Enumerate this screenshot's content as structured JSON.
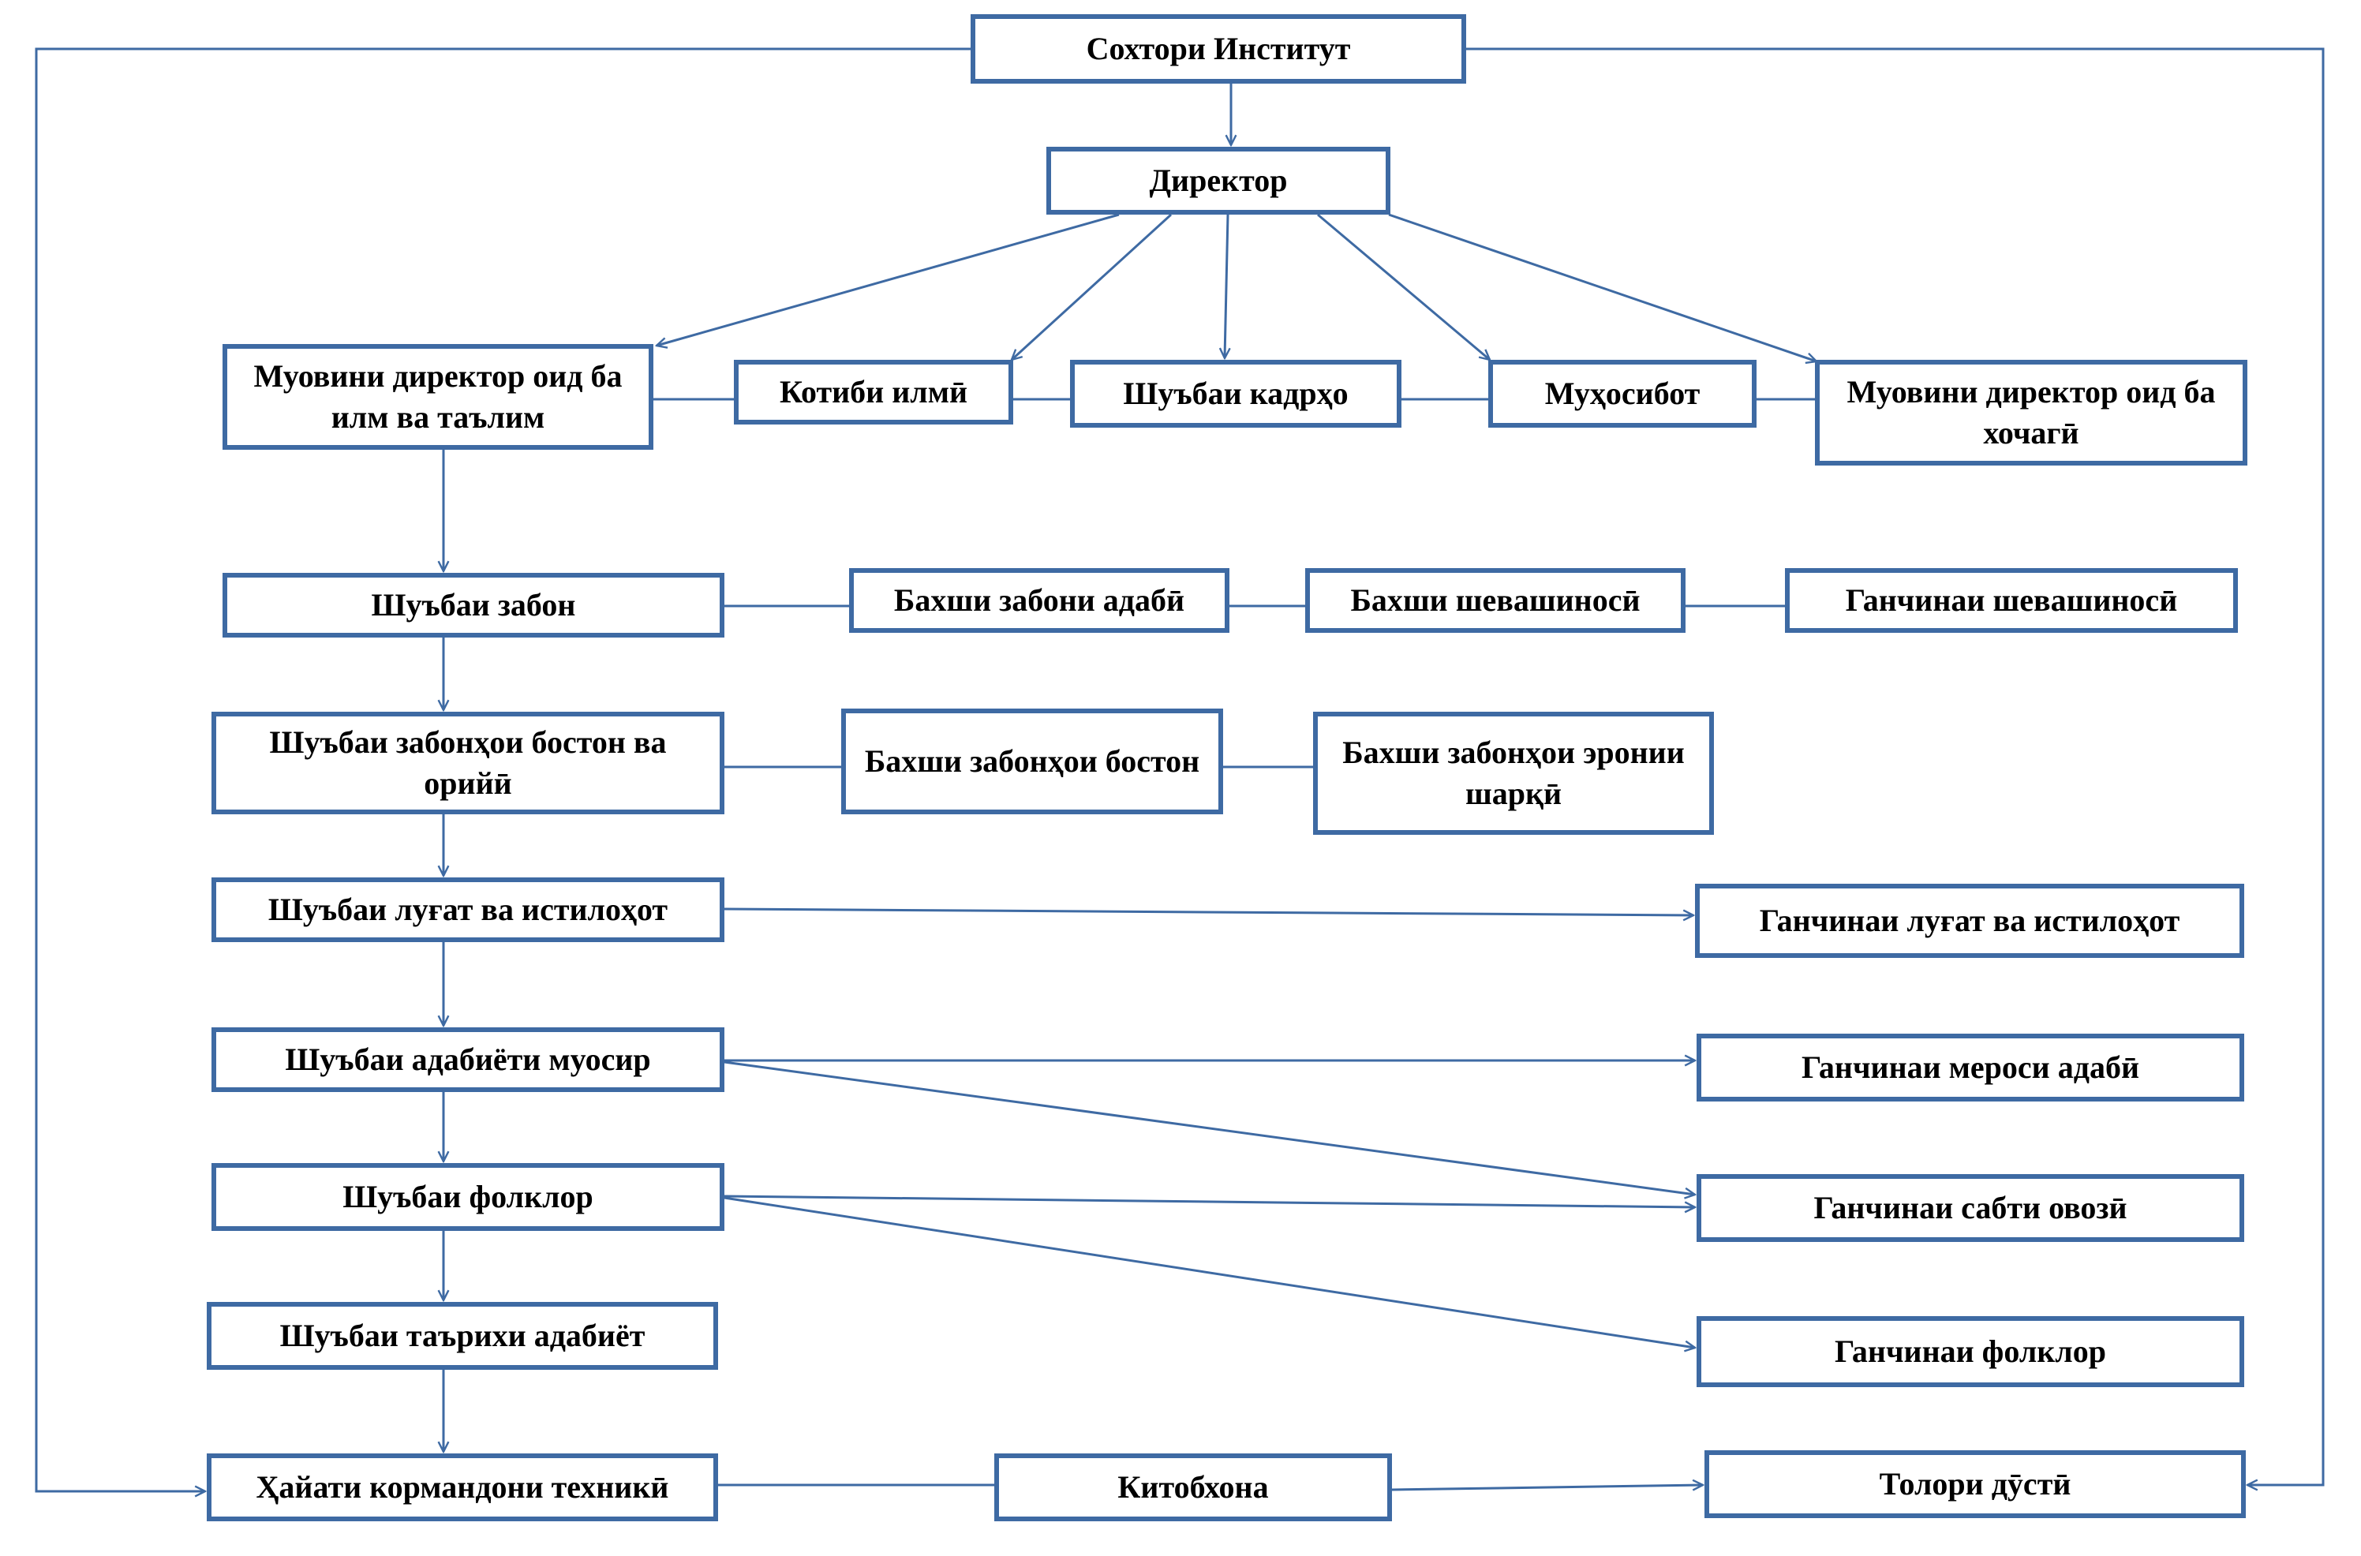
{
  "colors": {
    "line": "#3e6aa3",
    "box_border": "#3e6aa3",
    "text": "#000000",
    "background": "#ffffff"
  },
  "nodes": {
    "council": {
      "label": "Сохтори Институт"
    },
    "director": {
      "label": "Директор"
    },
    "deputy_science": {
      "label": "Муовини  директор оид ба илм ва таълим"
    },
    "scientific_secretary": {
      "label": "Котиби илмӣ"
    },
    "hr_department": {
      "label": "Шуъбаи кадрҳо"
    },
    "accounting": {
      "label": "Муҳосибот"
    },
    "deputy_economy": {
      "label": "Муовини директор оид ба хочагӣ"
    },
    "dept_language": {
      "label": "Шуъбаи забон"
    },
    "section_literary_language": {
      "label": "Бахши забони адабӣ"
    },
    "section_dialectology": {
      "label": "Бахши шевашиносӣ"
    },
    "archive_dialectology": {
      "label": "Ганчинаи шевашиносӣ"
    },
    "dept_ancient_languages": {
      "label": "Шуъбаи забонҳои бостон ва орийӣ"
    },
    "section_ancient_languages": {
      "label": "Бахши забонҳои бостон"
    },
    "section_eastern_iranian": {
      "label": "Бахши забонҳои эронии шарқӣ"
    },
    "dept_lexicon": {
      "label": "Шуъбаи луғат ва истилоҳот"
    },
    "archive_lexicon": {
      "label": "Ганчинаи луғат ва истилоҳот"
    },
    "dept_modern_literature": {
      "label": "Шуъбаи адабиёти муосир"
    },
    "archive_literary_heritage": {
      "label": "Ганчинаи мероси адабӣ"
    },
    "dept_folklore": {
      "label": "Шуъбаи фолклор"
    },
    "archive_audio": {
      "label": "Ганчинаи сабти овозӣ"
    },
    "archive_folklore": {
      "label": "Ганчинаи фолклор"
    },
    "dept_literary_history": {
      "label": "Шуъбаи таърихи адабиёт"
    },
    "technical_staff": {
      "label": "Ҳайати кормандони техникӣ"
    },
    "library": {
      "label": "Китобхона"
    },
    "friendship_hall": {
      "label": "Толори дӯстӣ"
    }
  }
}
